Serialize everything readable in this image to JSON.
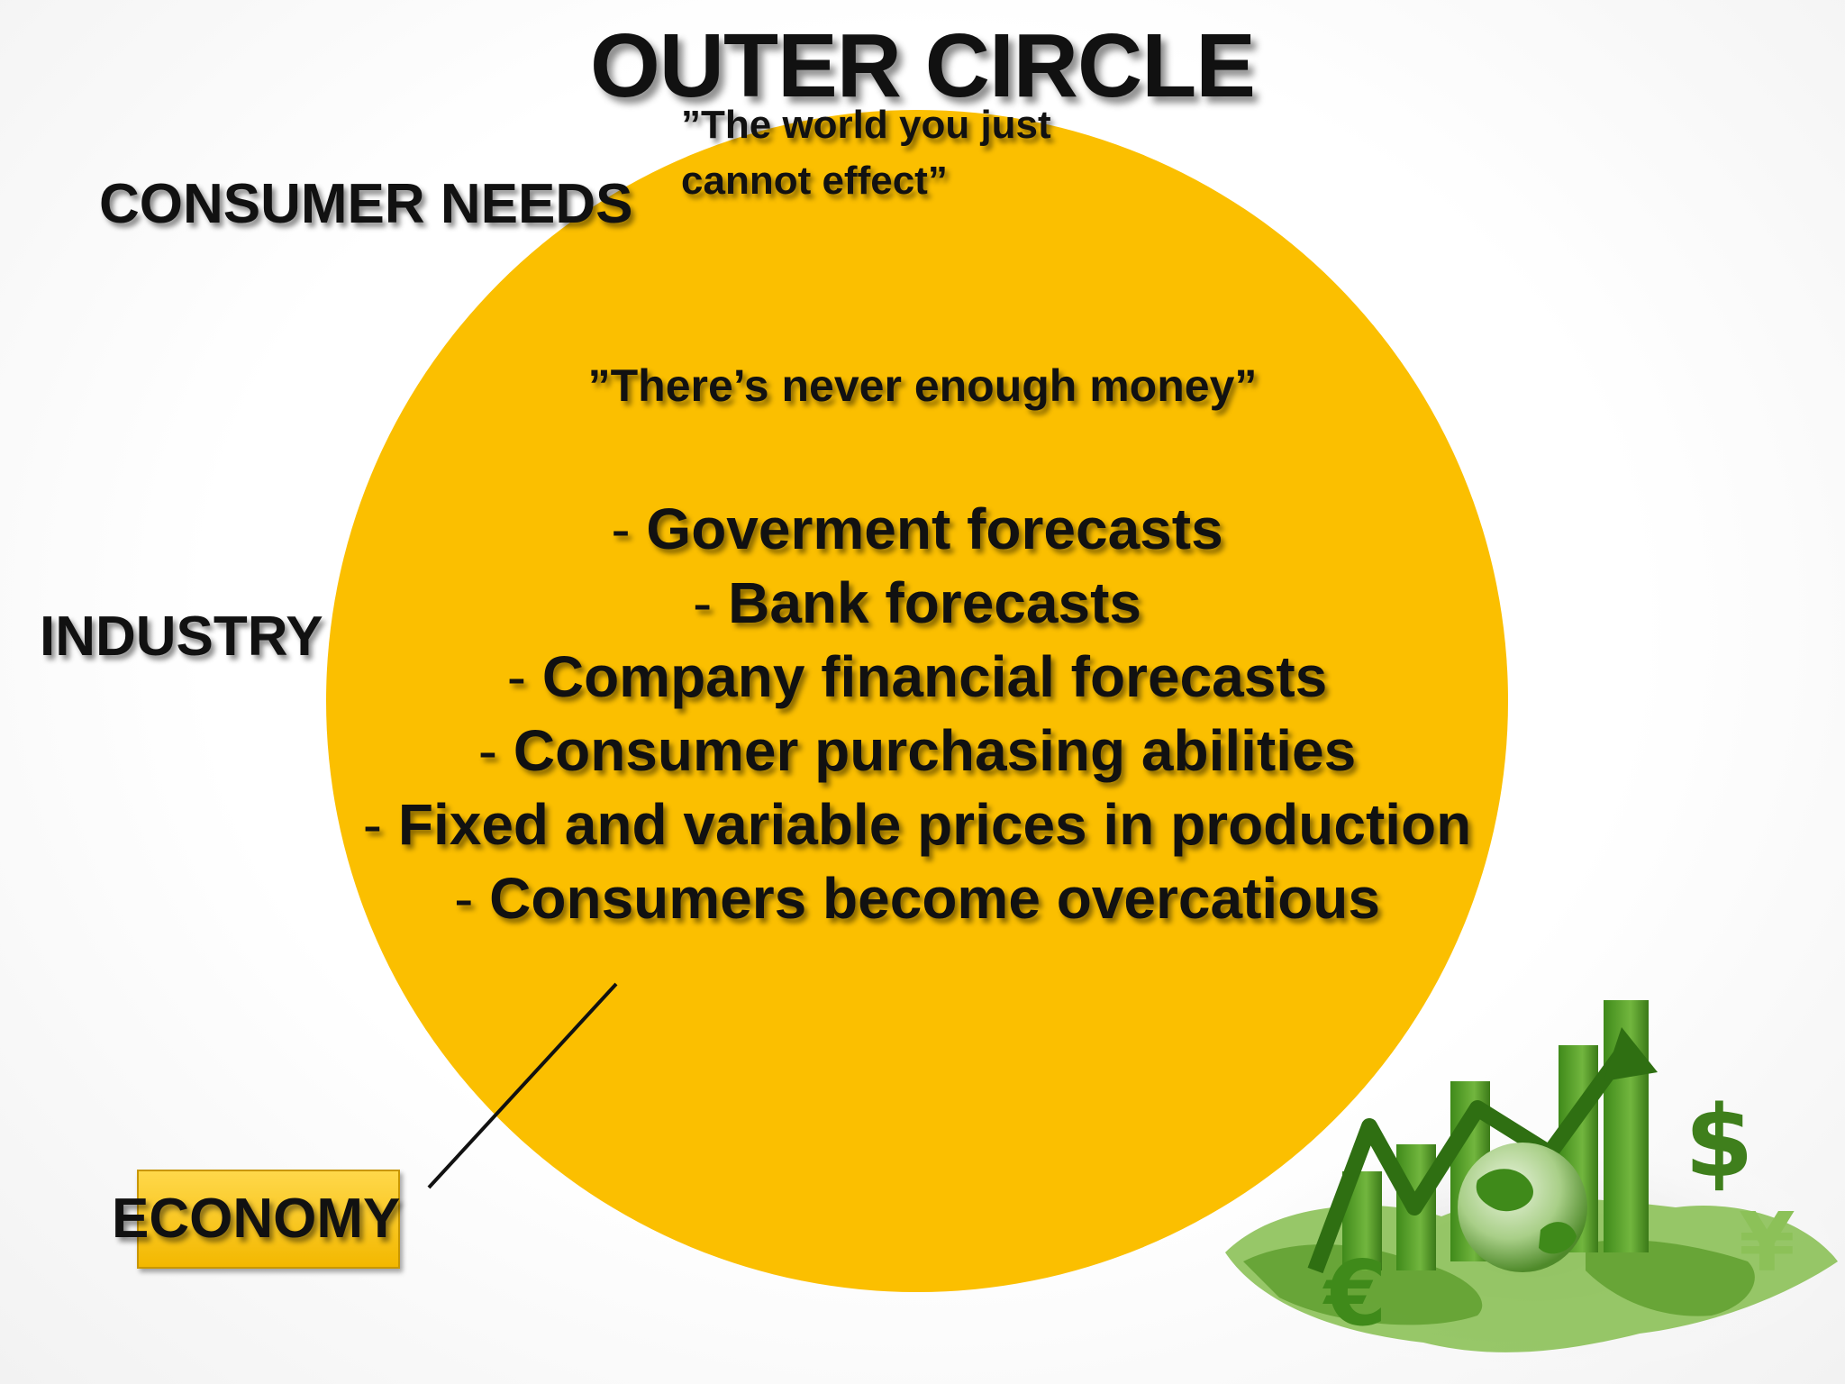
{
  "slide": {
    "title": "OUTER CIRCLE",
    "subtitle_lines": [
      "”The world you just",
      "cannot effect”"
    ],
    "labels": {
      "consumer_needs": "CONSUMER NEEDS",
      "industry": "INDUSTRY",
      "economy": "ECONOMY"
    },
    "quote": "”There’s never enough money”",
    "forecast_items": [
      "Goverment forecasts",
      "Bank forecasts",
      "Company financial forecasts",
      "Consumer purchasing abilities",
      "Fixed and variable prices in production",
      "Consumers become overcatious"
    ]
  },
  "colors": {
    "circle": "#fbbf00",
    "economy_box": "#f7c21b",
    "text": "#111111",
    "graphic_green": "#4f9a1f"
  },
  "icons": [
    "growth-chart-globe-currency-icon"
  ]
}
